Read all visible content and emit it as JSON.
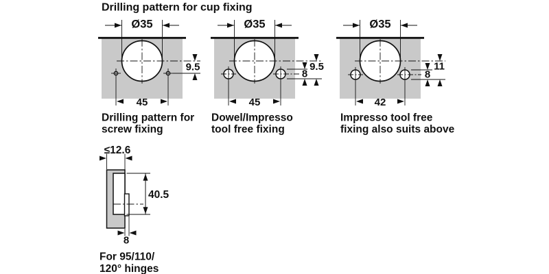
{
  "page": {
    "title": "Drilling pattern for cup fixing"
  },
  "colors": {
    "panel_fill": "#c9c9c9",
    "line": "#111111",
    "background": "#ffffff"
  },
  "diagrams": [
    {
      "name": "screw fixing",
      "cup_diameter": "Ø35",
      "vertical_offset": "9.5",
      "hole_spacing": "45",
      "caption_line1": "Drilling pattern for",
      "caption_line2": "screw fixing"
    },
    {
      "name": "dowel / impresso tool free fixing",
      "cup_diameter": "Ø35",
      "vertical_offset": "9.5",
      "dowel_diameter": "8",
      "hole_spacing": "45",
      "caption_line1": "Dowel/Impresso",
      "caption_line2": "tool free fixing"
    },
    {
      "name": "impresso tool free fixing",
      "cup_diameter": "Ø35",
      "vertical_offset": "11",
      "dowel_diameter": "8",
      "hole_spacing": "42",
      "caption_line1": "Impresso tool free",
      "caption_line2": "fixing also suits above"
    }
  ],
  "side_view": {
    "max_door_thickness": "≤12.6",
    "cup_flange_height": "40.5",
    "cup_edge_distance": "8",
    "caption_line1": "For 95/110/",
    "caption_line2": "120° hinges"
  }
}
